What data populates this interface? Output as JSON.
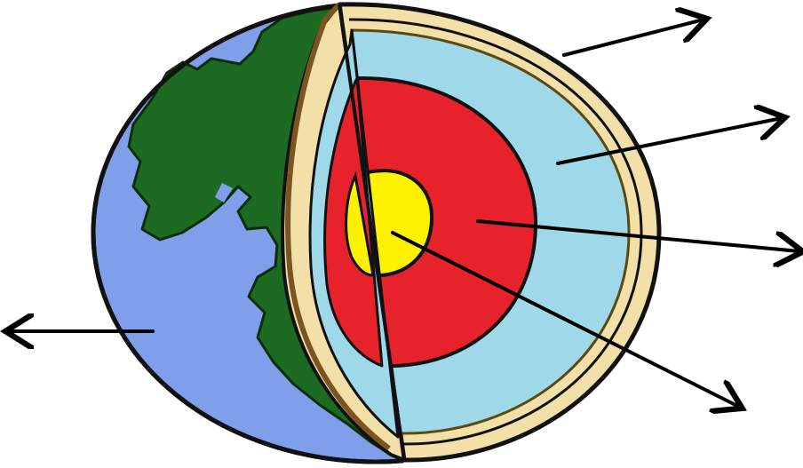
{
  "diagram": {
    "subject": "earth-layers-cutaway",
    "labels": [],
    "colors": {
      "ocean": "#7F9FEA",
      "land": "#1D6A22",
      "crust": "#F3DFA8",
      "mantle": "#9FD8E9",
      "outer_core": "#E8222B",
      "inner_core": "#FFF200",
      "outline": "#111111",
      "arrow": "#000000"
    },
    "arrows": [
      {
        "name": "crust-arrow",
        "points_to": "crust",
        "direction": "right"
      },
      {
        "name": "mantle-arrow",
        "points_to": "mantle",
        "direction": "right"
      },
      {
        "name": "outer-core-arrow",
        "points_to": "outer-core",
        "direction": "right"
      },
      {
        "name": "inner-core-arrow",
        "points_to": "inner-core",
        "direction": "down-right"
      },
      {
        "name": "surface-arrow",
        "points_to": "earth-surface",
        "direction": "left"
      }
    ]
  }
}
